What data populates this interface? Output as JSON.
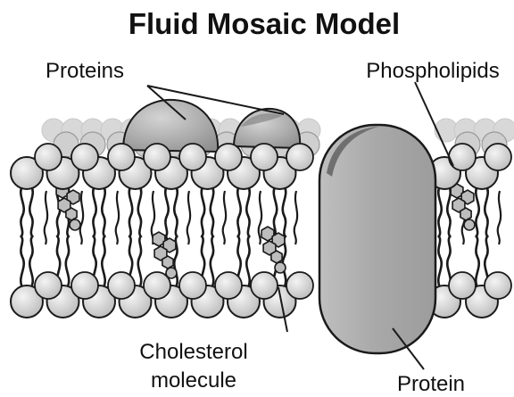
{
  "title": "Fluid Mosaic Model",
  "labels": {
    "proteins": "Proteins",
    "phospholipids": "Phospholipids",
    "cholesterol_line1": "Cholesterol",
    "cholesterol_line2": "molecule",
    "protein": "Protein"
  },
  "colors": {
    "head_fill": "#d0d0d0",
    "head_stroke": "#1a1a1a",
    "protein_fill": "#a9a9a9",
    "protein_light": "#c6c6c6",
    "back_row": "#d8d8d8",
    "cholesterol_fill": "#bdbdbd"
  }
}
